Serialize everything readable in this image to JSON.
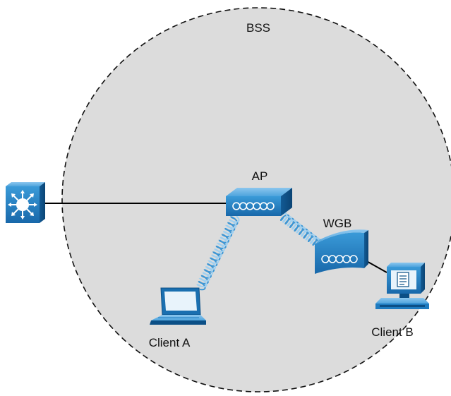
{
  "diagram": {
    "bss_label": "BSS",
    "ap_label": "AP",
    "wgb_label": "WGB",
    "client_a_label": "Client A",
    "client_b_label": "Client B"
  },
  "colors": {
    "bss_fill": "#dcdcdc",
    "device_blue": "#1e7bc0",
    "device_dark": "#0b4f86",
    "wireless_link": "#3d96d4"
  },
  "icons": [
    "switch-icon",
    "access-point-icon",
    "workgroup-bridge-icon",
    "laptop-icon",
    "desktop-pc-icon"
  ]
}
